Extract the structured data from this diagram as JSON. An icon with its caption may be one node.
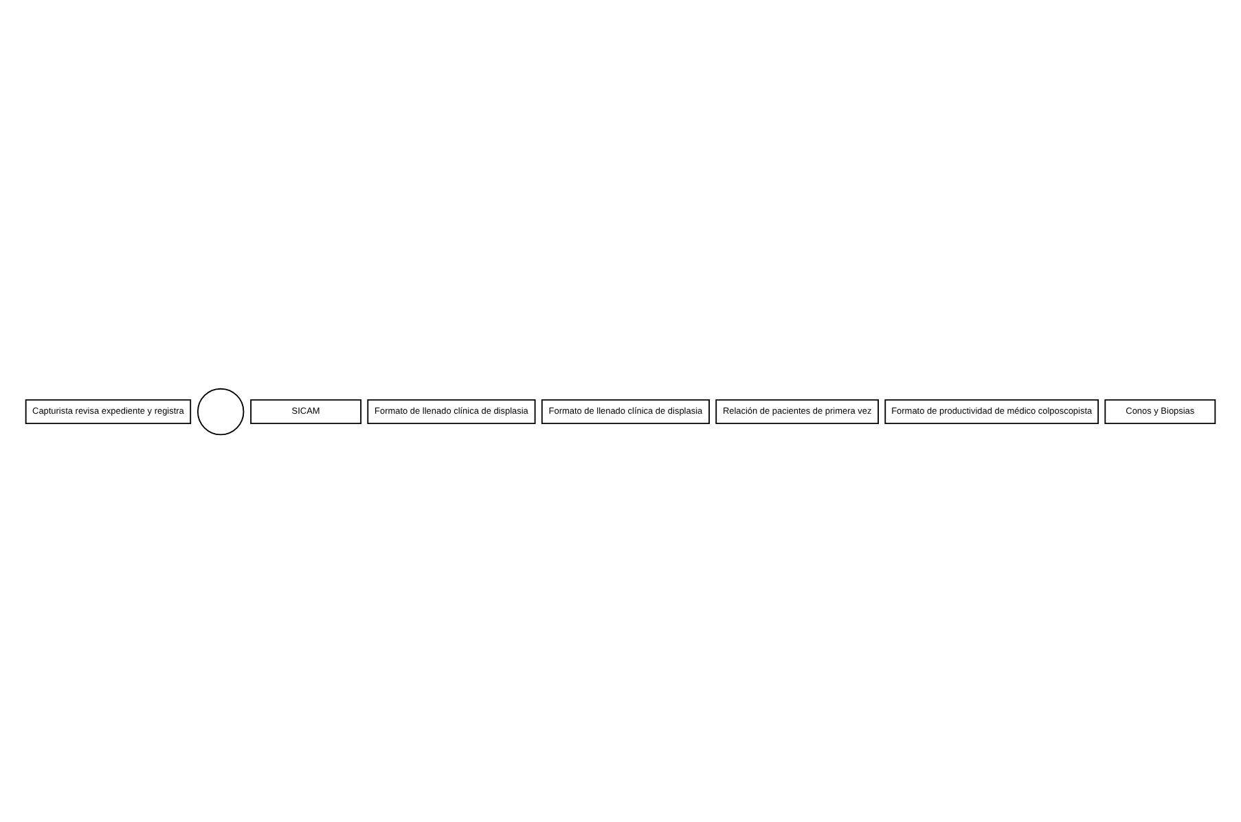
{
  "diagram": {
    "nodes": [
      {
        "text": [
          "Capturista revisa expediente y registra"
        ]
      },
      {
        "text": [],
        "shape": "circle"
      },
      {
        "text": [
          "SICAM"
        ]
      },
      {
        "text": [
          "Formato de llenado clínica de displasia"
        ]
      },
      {
        "text": [
          "Formato de llenado clínica de displasia"
        ]
      },
      {
        "text": [
          "Relación de pacientes de primera vez"
        ]
      },
      {
        "text": [
          "Formato de productividad de médico colposcopista"
        ]
      },
      {
        "text": [
          "Conos y Biopsias"
        ]
      }
    ],
    "edges": []
  }
}
